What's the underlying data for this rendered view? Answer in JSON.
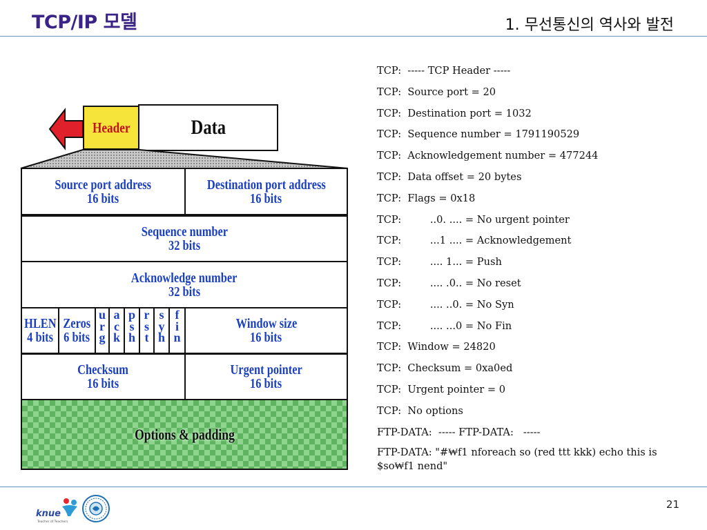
{
  "slide": {
    "title": "TCP/IP 모델",
    "subtitle": "1. 무선통신의 역사와 발전",
    "page_number": "21"
  },
  "diagram": {
    "segment": {
      "header": "Header",
      "data": "Data"
    },
    "fields": {
      "source_port": [
        "Source port address",
        "16 bits"
      ],
      "dest_port": [
        "Destination port address",
        "16 bits"
      ],
      "sequence": [
        "Sequence number",
        "32 bits"
      ],
      "ack": [
        "Acknowledge number",
        "32 bits"
      ],
      "hlen": [
        "HLEN",
        "4 bits"
      ],
      "zeros": [
        "Zeros",
        "6 bits"
      ],
      "window": [
        "Window size",
        "16 bits"
      ],
      "checksum": [
        "Checksum",
        "16 bits"
      ],
      "urgent": [
        "Urgent pointer",
        "16 bits"
      ],
      "options": "Options & padding"
    },
    "flags": [
      [
        "u",
        "r",
        "g"
      ],
      [
        "a",
        "c",
        "k"
      ],
      [
        "p",
        "s",
        "h"
      ],
      [
        "r",
        "s",
        "t"
      ],
      [
        "s",
        "y",
        "h"
      ],
      [
        "f",
        "i",
        "n"
      ]
    ]
  },
  "decode_lines": [
    "TCP:  ----- TCP Header -----",
    "TCP:  Source port = 20",
    "TCP:  Destination port = 1032",
    "TCP:  Sequence number = 1791190529",
    "TCP:  Acknowledgement number = 477244",
    "TCP:  Data offset = 20 bytes",
    "TCP:  Flags = 0x18",
    "TCP:         ..0. .... = No urgent pointer",
    "TCP:         ...1 .... = Acknowledgement",
    "TCP:         .... 1... = Push",
    "TCP:         .... .0.. = No reset",
    "TCP:         .... ..0. = No Syn",
    "TCP:         .... ...0 = No Fin",
    "TCP:  Window = 24820",
    "TCP:  Checksum = 0xa0ed",
    "TCP:  Urgent pointer = 0",
    "TCP:  No options",
    "FTP-DATA:  ----- FTP-DATA:   -----",
    "FTP-DATA:  \"#₩f1 nforeach so (red ttt kkk)  echo this is $so₩f1 nend\""
  ],
  "logos": {
    "knue_text": "knue",
    "knue_tagline": "Teacher of Teachers"
  },
  "colors": {
    "title": "#3b2487",
    "field_text": "#1a3fbf",
    "header_fill": "#f6e43a",
    "header_text": "#c0131c",
    "arrow": "#e0202a",
    "options_fill": "#8fd48f",
    "rule": "#6a8fc4"
  }
}
